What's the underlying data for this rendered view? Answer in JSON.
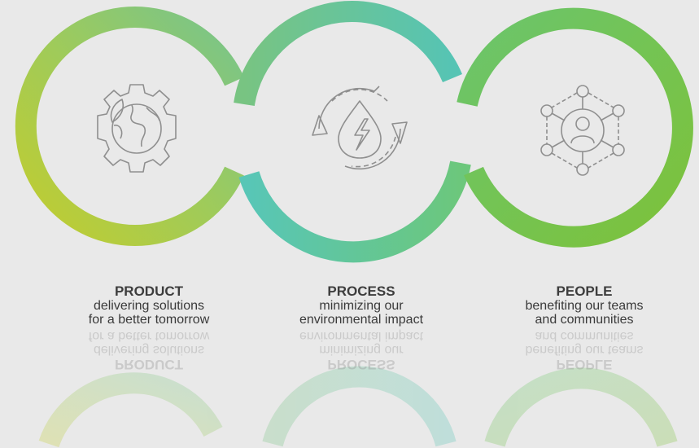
{
  "colors": {
    "background": "#e9e9e9",
    "lime": "#b5c933",
    "green": "#6cc56b",
    "teal": "#5cc6b4",
    "bright_green": "#72c23e",
    "icon_stroke": "#8f8f8f"
  },
  "pillars": [
    {
      "title": "PRODUCT",
      "line1": "delivering solutions",
      "line2": "for a better tomorrow",
      "icon": "gear-globe-icon"
    },
    {
      "title": "PROCESS",
      "line1": "minimizing our",
      "line2": "environmental impact",
      "icon": "recycle-drop-icon"
    },
    {
      "title": "PEOPLE",
      "line1": "benefiting our teams",
      "line2": "and communities",
      "icon": "network-people-icon"
    }
  ]
}
